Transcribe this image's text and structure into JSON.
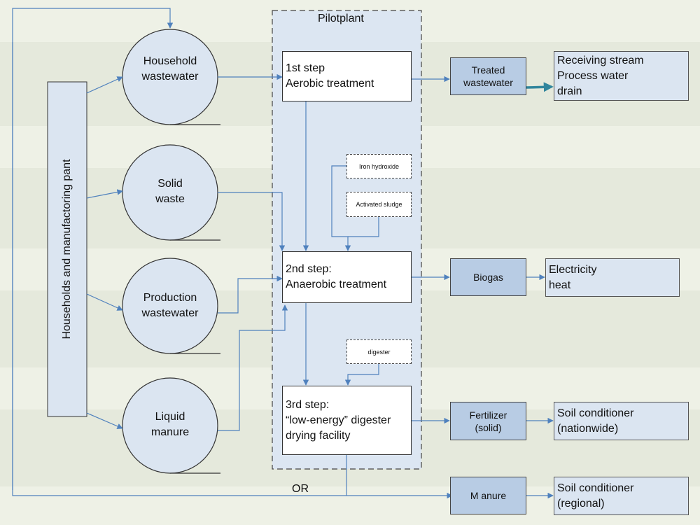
{
  "pilotplant_title": "Pilotplant",
  "source_block": "Households and manufactoring pant",
  "sources": [
    {
      "lines": [
        "Household",
        "wastewater"
      ]
    },
    {
      "lines": [
        "Solid",
        "waste"
      ]
    },
    {
      "lines": [
        "Production",
        "wastewater"
      ]
    },
    {
      "lines": [
        "Liquid",
        "manure"
      ]
    }
  ],
  "steps": [
    {
      "lines": [
        "1st step",
        "Aerobic treatment"
      ]
    },
    {
      "lines": [
        "2nd step:",
        "Anaerobic treatment"
      ]
    },
    {
      "lines": [
        "3rd step:",
        "“low-energy” digester",
        "drying facility"
      ]
    }
  ],
  "inputs": [
    "Iron hydroxide",
    "Activated sludge",
    "digester"
  ],
  "products": [
    {
      "lines": [
        "Treated",
        "wastewater"
      ]
    },
    {
      "lines": [
        "Biogas"
      ]
    },
    {
      "lines": [
        "Fertilizer",
        "(solid)"
      ]
    },
    {
      "lines": [
        "M anure"
      ]
    }
  ],
  "uses": [
    {
      "lines": [
        "Receiving stream",
        "Process water",
        "drain"
      ]
    },
    {
      "lines": [
        "Electricity",
        "heat"
      ]
    },
    {
      "lines": [
        "Soil conditioner",
        "(nationwide)"
      ]
    },
    {
      "lines": [
        "Soil conditioner",
        "(regional)"
      ]
    }
  ],
  "or_label": "OR",
  "colors": {
    "arrow": "#4f81bd",
    "arrow_bold": "#31859c",
    "plant_fill": "#dce6f2",
    "product_fill": "#b8cce4",
    "use_fill": "#dbe5f1",
    "circle_fill": "#dbe5f1"
  }
}
